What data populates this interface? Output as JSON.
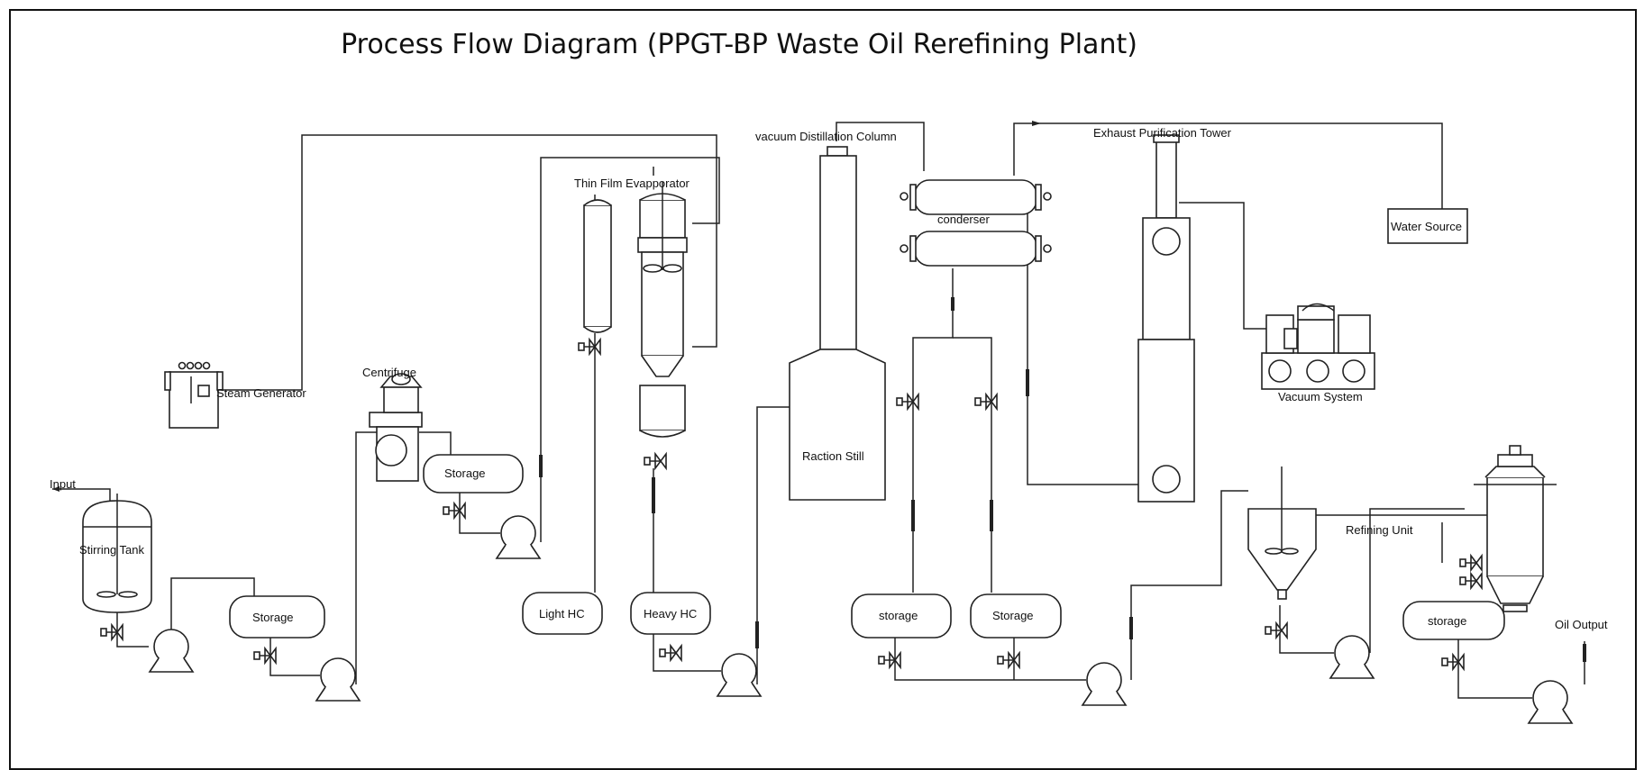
{
  "diagram": {
    "title": "Process Flow Diagram (PPGT-BP Waste Oil Rerefining Plant)",
    "labels": {
      "input": "Input",
      "stirring_tank": "Stirring Tank",
      "storage_1": "Storage",
      "steam_generator": "Steam Generator",
      "centrifuge": "Centrifuge",
      "storage_2": "Storage",
      "thin_film_evaporator": "Thin Film Evapporator",
      "light_hc": "Light HC",
      "heavy_hc": "Heavy HC",
      "vacuum_distillation_column": "vacuum Distillation Column",
      "raction_still": "Raction Still",
      "condenser": "conderser",
      "storage_3": "storage",
      "storage_4": "Storage",
      "exhaust_purification_tower": "Exhaust Purification Tower",
      "water_source": "Water Source",
      "vacuum_system": "Vacuum System",
      "refining_unit": "Refining Unit",
      "storage_5": "storage",
      "oil_output": "Oil Output"
    }
  }
}
